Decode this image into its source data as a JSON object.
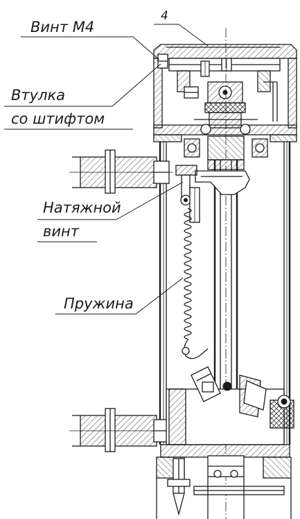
{
  "drawing": {
    "part_number": "4",
    "labels": {
      "screw_m4": "Винт М4",
      "bushing_line1": "Втулка",
      "bushing_line2": "со штифтом",
      "tension_line1": "Натяжной",
      "tension_line2": "винт",
      "spring": "Пружина"
    }
  }
}
